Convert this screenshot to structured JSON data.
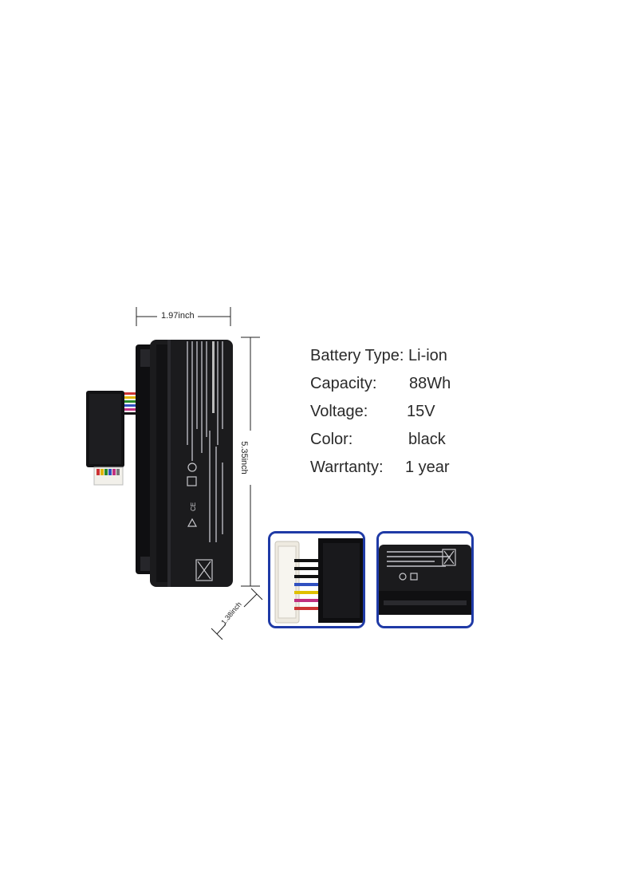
{
  "dimensions": {
    "width_label": "1.97inch",
    "height_label": "5.35inch",
    "depth_label": "1.38inch"
  },
  "specs": [
    {
      "label": "Battery Type:",
      "value": "Li-ion"
    },
    {
      "label": "Capacity:",
      "value": "88Wh"
    },
    {
      "label": "Voltage:",
      "value": "15V"
    },
    {
      "label": "Color:",
      "value": "black"
    },
    {
      "label": "Warrtanty:",
      "value": "1 year"
    }
  ],
  "colors": {
    "battery_body": "#1b1b1d",
    "thumbnail_border": "#1f3aa6",
    "text": "#2a2a2a"
  },
  "thumbnails": [
    {
      "icon": "connector-closeup-photo"
    },
    {
      "icon": "battery-label-closeup-photo"
    }
  ]
}
